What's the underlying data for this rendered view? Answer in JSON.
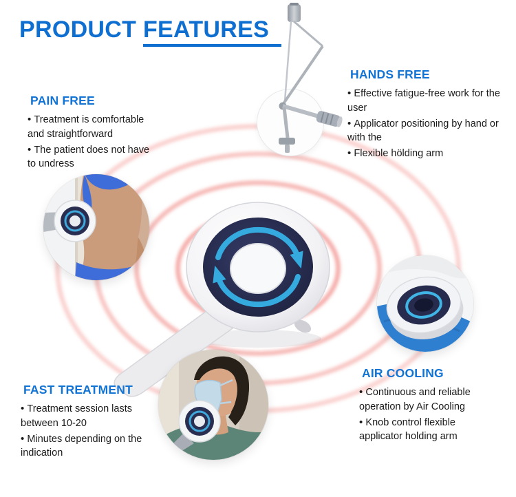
{
  "title": {
    "product": "PRODUCT",
    "features": "FEATURES"
  },
  "features": {
    "pain_free": {
      "heading": "PAIN FREE",
      "bullets": [
        "Treatment is comfortable and straightforward",
        "The patient does not have to undress"
      ]
    },
    "hands_free": {
      "heading": "HANDS FREE",
      "bullets": [
        "Effective fatigue-free work for the user",
        "Applicator positioning by hand or with the",
        "Flexible hölding arm"
      ]
    },
    "fast_treatment": {
      "heading": "FAST TREATMENT",
      "bullets": [
        "Treatment session lasts between 10-20",
        "Minutes depending on the indication"
      ]
    },
    "air_cooling": {
      "heading": "AIR COOLING",
      "bullets": [
        "Continuous and reliable operation by Air Cooling",
        "Knob control flexible applicator holding arm"
      ]
    }
  },
  "colors": {
    "accent_blue": "#1173d4",
    "ripple_pink": "#ee8a84",
    "device_navy": "#262b4d",
    "arrow_cyan": "#35aadf",
    "cloth_blue": "#2f7fd0"
  }
}
